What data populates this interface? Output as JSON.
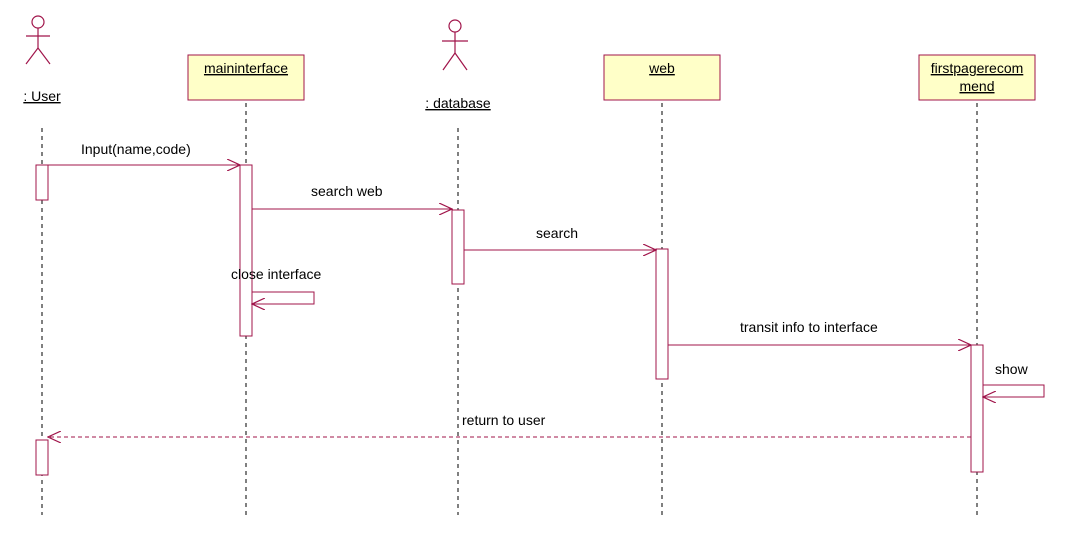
{
  "diagram": {
    "colors": {
      "line": "#a0144a",
      "box_fill": "#ffffc8",
      "box_stroke": "#a0144a",
      "lifeline": "#000000",
      "text": "#000000"
    },
    "actors": {
      "user": {
        "label": ": User",
        "icon": "stick-figure-icon"
      },
      "database": {
        "label": ": database",
        "icon": "stick-figure-icon"
      }
    },
    "objects": {
      "maininterface": {
        "label": "maininterface"
      },
      "web": {
        "label": "web"
      },
      "firstpage": {
        "label_line1": "firstpagerecom",
        "label_line2": "mend"
      }
    },
    "messages": {
      "input": "Input(name,code)",
      "search_web": "search web",
      "search": "search",
      "close_interface": "close interface",
      "transit": "transit info to interface",
      "show": "show",
      "return_to_user": "return to user"
    }
  }
}
